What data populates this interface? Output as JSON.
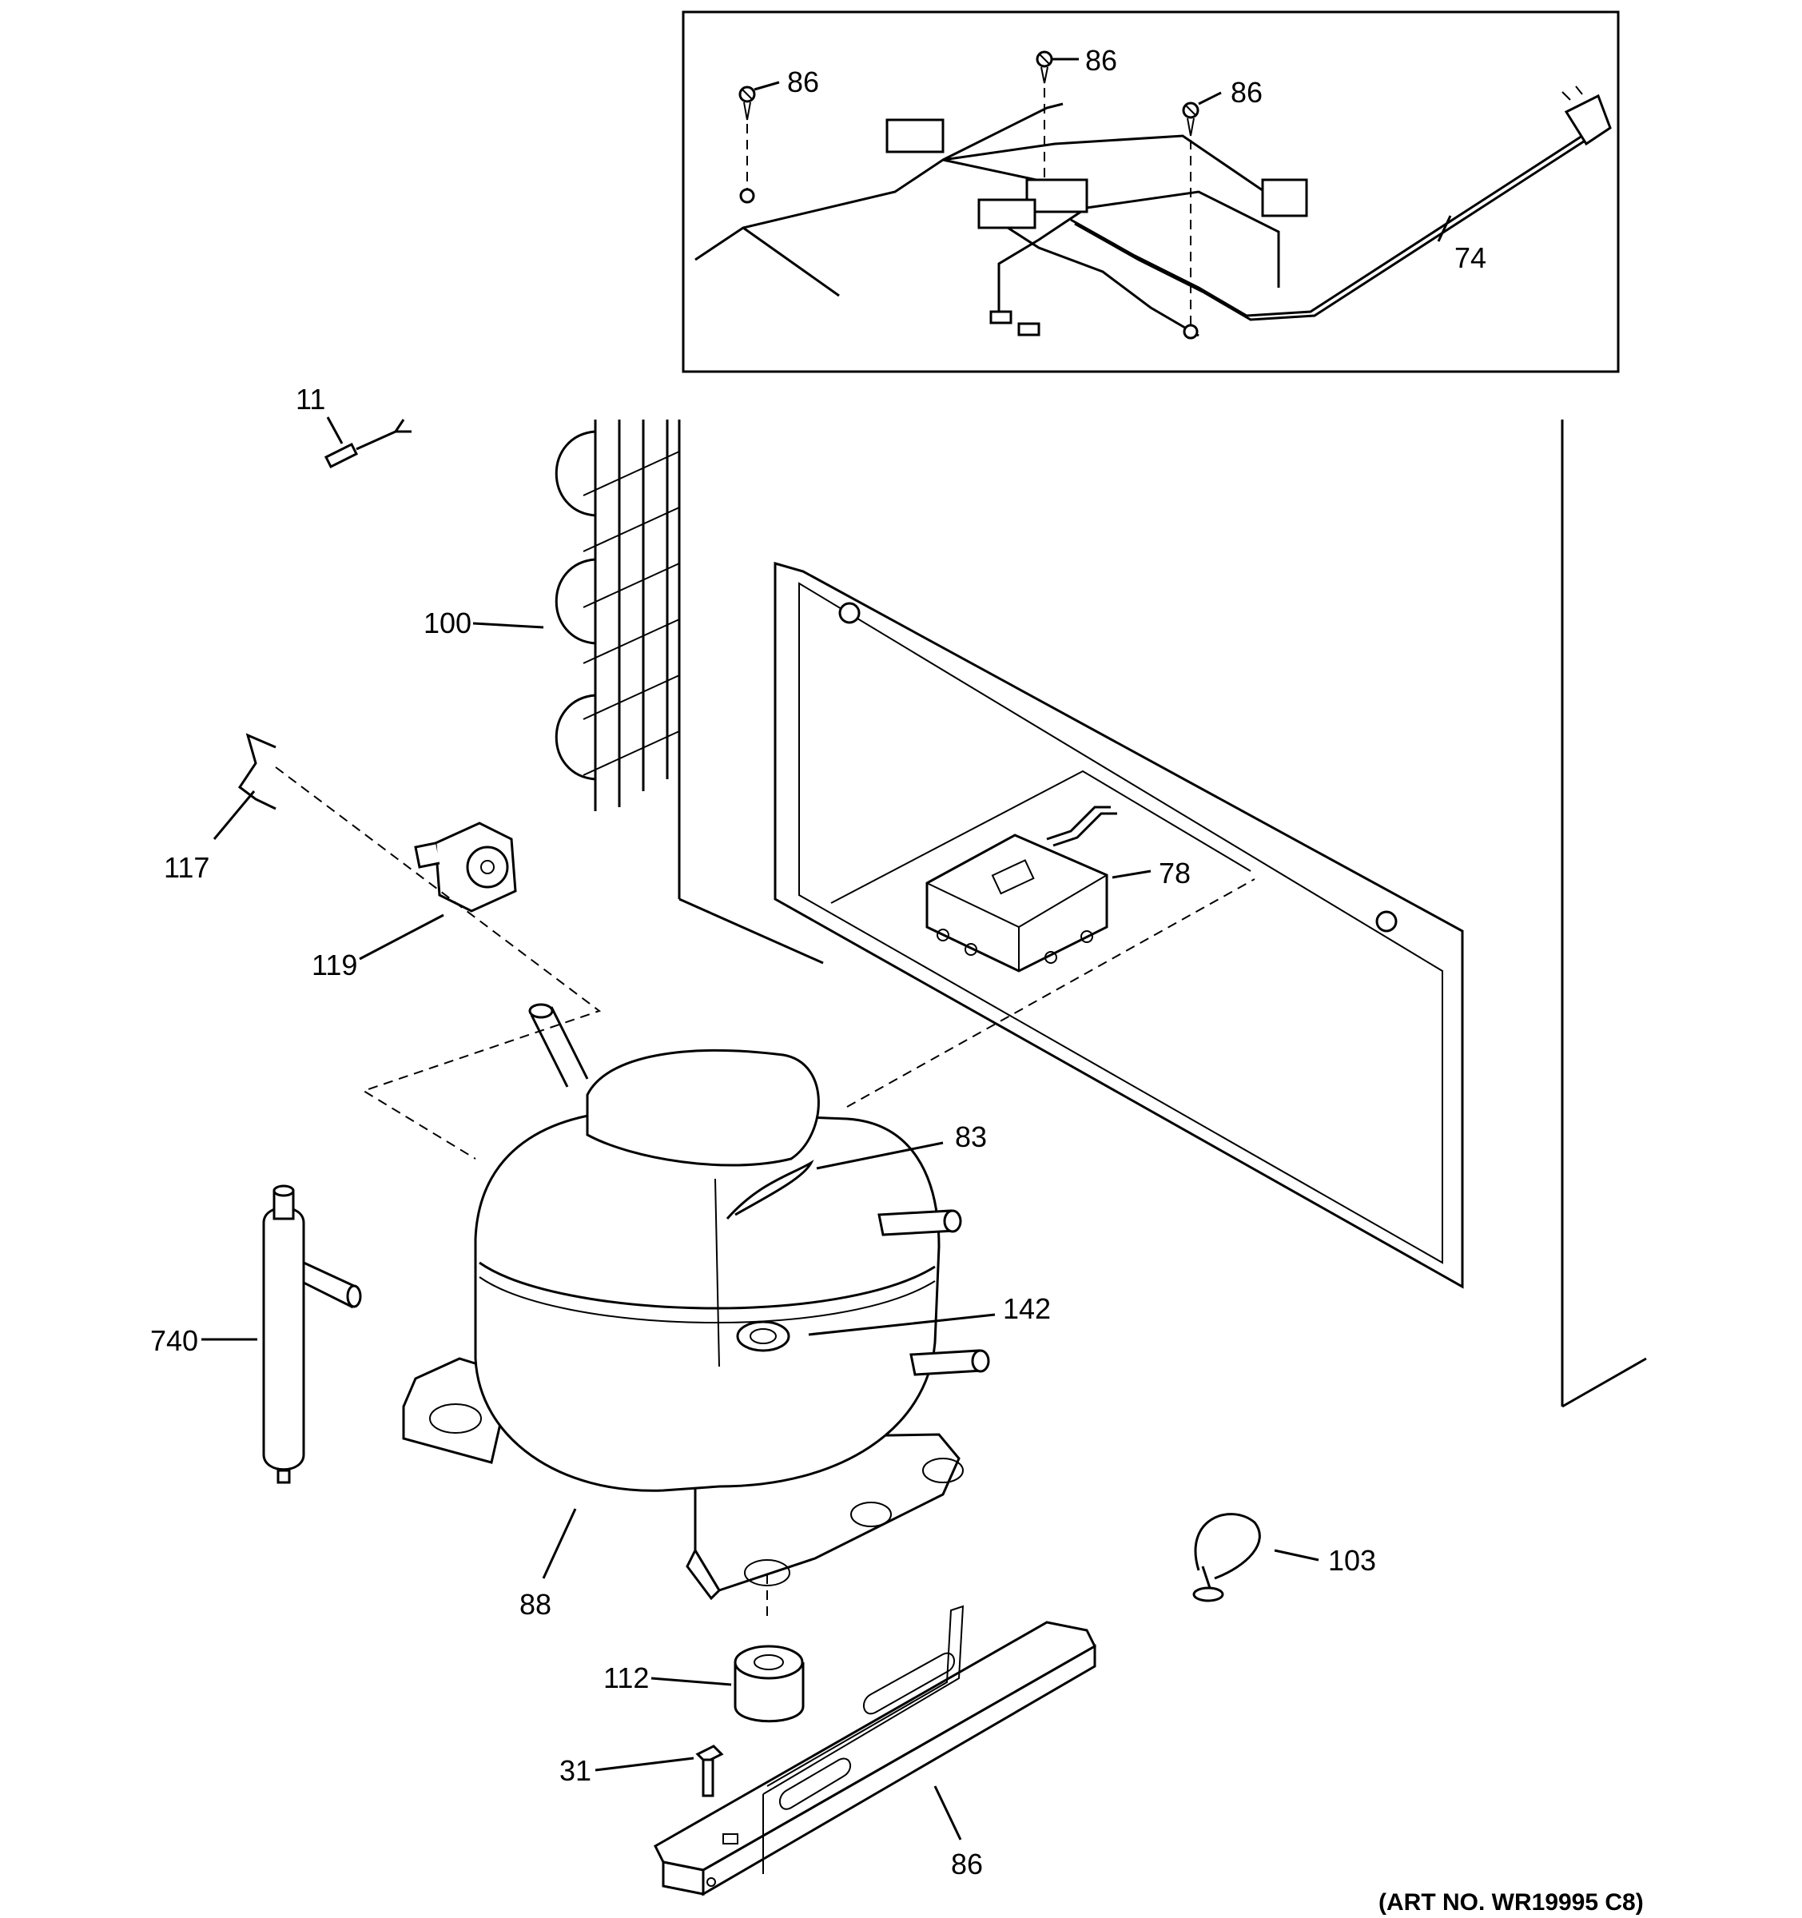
{
  "callouts": {
    "c86_a": "86",
    "c86_b": "86",
    "c86_c": "86",
    "c74": "74",
    "c11": "11",
    "c100": "100",
    "c117": "117",
    "c119": "119",
    "c78": "78",
    "c83": "83",
    "c142": "142",
    "c740": "740",
    "c88": "88",
    "c103": "103",
    "c112": "112",
    "c31": "31",
    "c86_d": "86"
  },
  "art_number": "(ART NO. WR19995 C8)"
}
